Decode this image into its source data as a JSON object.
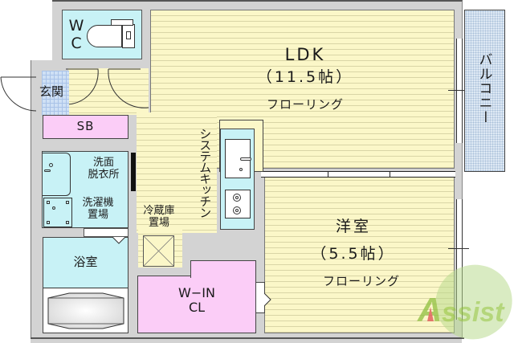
{
  "rooms": {
    "ldk": {
      "name": "LDK",
      "size": "（11.5帖）",
      "floor": "フローリング"
    },
    "western": {
      "name": "洋室",
      "size": "（5.5帖）",
      "floor": "フローリング"
    },
    "wc": {
      "line1": "W",
      "line2": "C"
    },
    "entrance": {
      "name": "玄関"
    },
    "sb": {
      "name": "SB"
    },
    "washroom": {
      "line1": "洗面",
      "line2": "脱衣所"
    },
    "laundry": {
      "line1": "洗濯機",
      "line2": "置場"
    },
    "bath": {
      "name": "浴室"
    },
    "fridge": {
      "line1": "冷蔵庫",
      "line2": "置場"
    },
    "kitchen": {
      "name": "システムキッチン"
    },
    "closet": {
      "line1": "W−IN",
      "line2": "CL"
    },
    "balcony": {
      "name": "バルコニー"
    }
  },
  "watermark": {
    "text": "Assist"
  },
  "colors": {
    "wall": "#d3d3d3",
    "floor": "#fbf7c8",
    "wet_area": "#c8f2f6",
    "storage": "#fbcdf7",
    "balcony": "#dde8f4",
    "entrance_tile": "#cfe0f5",
    "watermark_green": "#8fbf3f",
    "watermark_red": "#e05050"
  }
}
